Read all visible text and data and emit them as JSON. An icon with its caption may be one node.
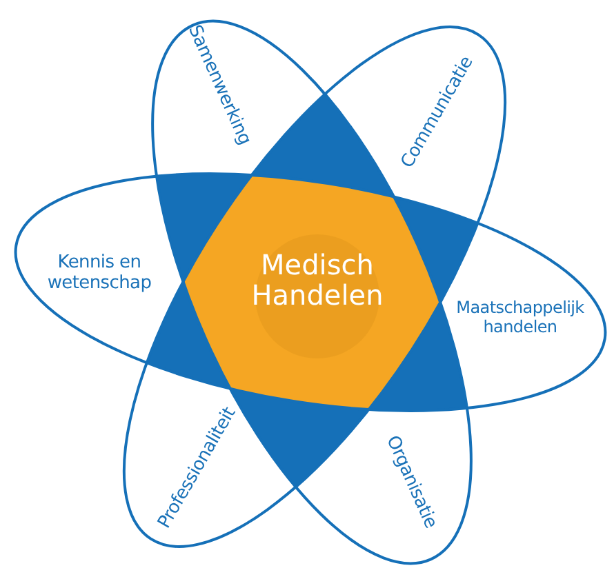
{
  "diagram": {
    "nodes": [
      {
        "text": [
          "Samenwerking"
        ]
      },
      {
        "text": [
          "Communicatie"
        ]
      },
      {
        "text": [
          "Kennis en wetenschap"
        ]
      },
      {
        "text": [
          "Medisch Handelen"
        ]
      },
      {
        "text": [
          "Maatschappelijk handelen"
        ]
      },
      {
        "text": [
          "Professionaliteit"
        ]
      },
      {
        "text": [
          "Organisatie"
        ]
      }
    ]
  }
}
